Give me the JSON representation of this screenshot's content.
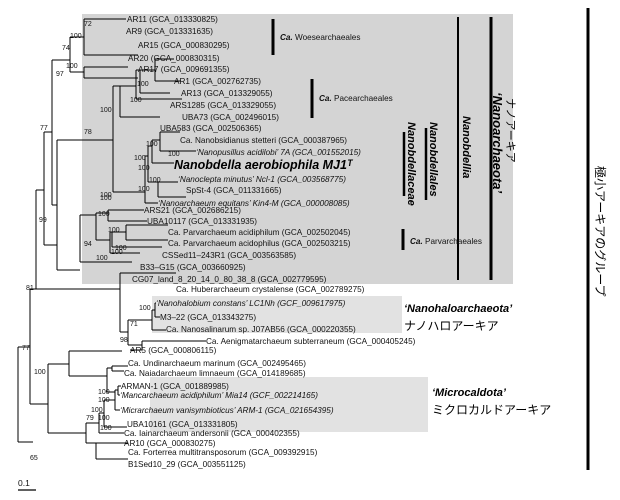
{
  "scale_bar": "0.1",
  "taxa": [
    {
      "label": "AR11 (GCA_013330825)"
    },
    {
      "label": "AR9 (GCA_013331635)"
    },
    {
      "label": "AR15 (GCA_000830295)"
    },
    {
      "label": "AR20 (GCA_000830315)"
    },
    {
      "label": "AR17 (GCA_009691355)"
    },
    {
      "label": "AR1 (GCA_002762735)"
    },
    {
      "label": "AR13 (GCA_013329055)"
    },
    {
      "label": "ARS1285 (GCA_013329055)"
    },
    {
      "label": "UBA73 (GCA_002496015)"
    },
    {
      "label": "UBA583 (GCA_002506365)"
    },
    {
      "label": "Ca. Nanobsidianus stetteri (GCA_000387965)"
    },
    {
      "label": "‘Nanopusillus acidilobi’ 7A (GCA_001552015)"
    },
    {
      "label": "Nanobdella aerobiophila MJ1ᵀ"
    },
    {
      "label": "‘Nanoclepta minutus’ Ncl-1 (GCA_003568775)"
    },
    {
      "label": "SpSt-4 (GCA_011331665)"
    },
    {
      "label": "‘Nanoarchaeum equitans’ Kin4-M (GCA_000008085)"
    },
    {
      "label": "ARS21 (GCA_002686215)"
    },
    {
      "label": "UBA10117 (GCA_013331935)"
    },
    {
      "label": "Ca. Parvarchaeum acidiphilum (GCA_002502045)"
    },
    {
      "label": "Ca. Parvarchaeum acidophilus (GCA_002503215)"
    },
    {
      "label": "CSSed11–243R1 (GCA_003563585)"
    },
    {
      "label": "B33–G15 (GCA_003660925)"
    },
    {
      "label": "CG07_land_8_20_14_0_80_38_8 (GCA_002779595)"
    },
    {
      "label": "Ca. Huberarchaeum crystalense (GCA_002789275)"
    },
    {
      "label": "‘Nanohalobium constans’ LC1Nh (GCF_009617975)"
    },
    {
      "label": "M3–22 (GCA_013343275)"
    },
    {
      "label": "Ca. Nanosalinarum sp. J07AB56 (GCA_000220355)"
    },
    {
      "label": "Ca. Aenigmatarchaeum subterraneum (GCA_000405245)"
    },
    {
      "label": "AR5 (GCA_000806115)"
    },
    {
      "label": "Ca. Undinarchaeum marinum (GCA_002495465)"
    },
    {
      "label": "Ca. Naiadarchaeum limnaeum (GCA_014189685)"
    },
    {
      "label": "ARMAN-1 (GCA_001889985)"
    },
    {
      "label": "‘Mancarchaeum acidiphilum’ Mia14 (GCF_002214165)"
    },
    {
      "label": "‘Micrarchaeum vanisymbioticus’ ARM-1 (GCA_021654395)"
    },
    {
      "label": "UBA10161 (GCA_013331805)"
    },
    {
      "label": "Ca. Iainarchaeum andersonii (GCA_000402355)"
    },
    {
      "label": "AR10 (GCA_000830275)"
    },
    {
      "label": "Ca. Forterrea multitransposorum (GCA_009392915)"
    },
    {
      "label": "B1Sed10_29 (GCA_003551125)"
    }
  ],
  "bootstrap": [
    {
      "value": "72"
    },
    {
      "value": "100"
    },
    {
      "value": "74"
    },
    {
      "value": "100"
    },
    {
      "value": "97"
    },
    {
      "value": "100"
    },
    {
      "value": "100"
    },
    {
      "value": "100"
    },
    {
      "value": "78"
    },
    {
      "value": "100"
    },
    {
      "value": "100"
    },
    {
      "value": "100"
    },
    {
      "value": "100"
    },
    {
      "value": "100"
    },
    {
      "value": "100"
    },
    {
      "value": "100"
    },
    {
      "value": "100"
    },
    {
      "value": "77"
    },
    {
      "value": "100"
    },
    {
      "value": "100"
    },
    {
      "value": "94"
    },
    {
      "value": "99"
    },
    {
      "value": "100"
    },
    {
      "value": "100"
    },
    {
      "value": "100"
    },
    {
      "value": "81"
    },
    {
      "value": "100"
    },
    {
      "value": "71"
    },
    {
      "value": "98"
    },
    {
      "value": "77"
    },
    {
      "value": "100"
    },
    {
      "value": "100"
    },
    {
      "value": "100"
    },
    {
      "value": "100"
    },
    {
      "value": "100"
    },
    {
      "value": "79"
    },
    {
      "value": "100"
    },
    {
      "value": "65"
    }
  ],
  "clade_labels": {
    "woese_prefix": "Ca.",
    "woese": "Woesearchaeales",
    "pace_prefix": "Ca.",
    "pace": "Pacearchaeales",
    "parv_prefix": "Ca.",
    "parv": "Parvarchaeales"
  },
  "group_labels": {
    "nanoarch_jp": "ナノアーキア",
    "nanoarch": "‘Nanoarchaeota’",
    "nanobdellia": "Nanobdellia",
    "nanobdellales": "Nanobdellales",
    "nanobdellaceae": "Nanobdellaceae",
    "nanohalo": "‘Nanohaloarchaeota’",
    "nanohalo_jp": "ナノハロアーキア",
    "microcaldota": "‘Microcaldota’",
    "microcaldota_jp": "ミクロカルドアーキア",
    "dpann_jp": "極小アーキアのグループ"
  },
  "colors": {
    "shade_main": "#d4d4d4",
    "shade_light": "#e2e2e2",
    "line": "#000000"
  }
}
